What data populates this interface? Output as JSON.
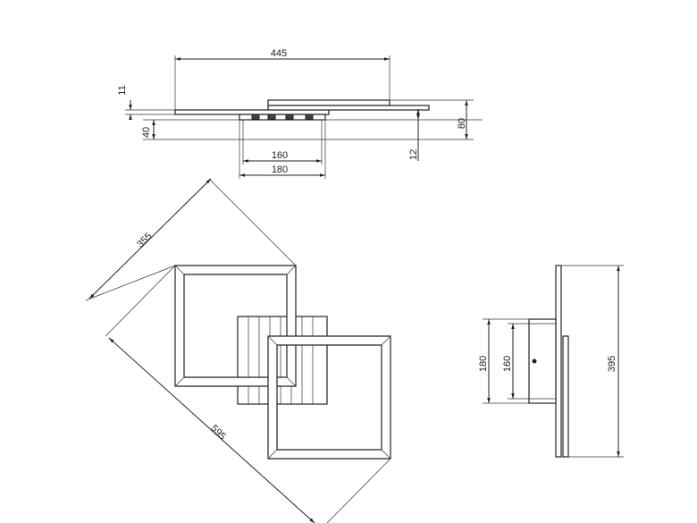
{
  "colors": {
    "line": "#222222",
    "background": "#ffffff"
  },
  "top_view": {
    "width_445": "445",
    "thickness_11": "11",
    "depth_40": "40",
    "height_80": "80",
    "gap_12": "12",
    "inner_160": "160",
    "outer_180": "180"
  },
  "front_view": {
    "diagonal_355": "355",
    "diagonal_595": "595"
  },
  "side_view": {
    "height_180": "180",
    "height_160": "160",
    "height_395": "395"
  }
}
